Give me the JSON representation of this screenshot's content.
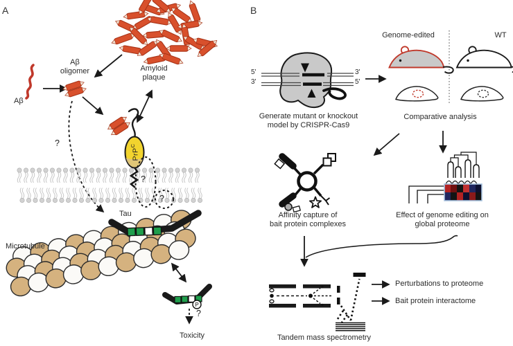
{
  "panel_a": {
    "label": "A",
    "abeta_label": "Aβ",
    "oligomer_label": "Aβ\noligomer",
    "plaque_label": "Amyloid\nplaque",
    "prpc_base": "PrP",
    "prpc_sup": "C",
    "q_oligomer_path": "?",
    "q_membrane_oval": "?",
    "q_membrane_circle": "?",
    "q_toxicity": "?",
    "tau_label": "Tau",
    "microtubule_label": "Microtubule",
    "phospho_label": "P",
    "toxicity_label": "Toxicity"
  },
  "panel_b": {
    "label": "B",
    "dna_labels": {
      "top_left": "5'",
      "bottom_left": "3'",
      "top_right": "3'",
      "bottom_right": "5'"
    },
    "genome_edited_label": "Genome-edited",
    "wt_label": "WT",
    "generate_caption": "Generate mutant or knockout\nmodel by CRISPR-Cas9",
    "comparative_caption": "Comparative analysis",
    "affinity_caption": "Affinity capture of\nbait protein complexes",
    "proteome_caption": "Effect of genome editing on\nglobal proteome",
    "perturbations_label": "Perturbations to proteome",
    "interactome_label": "Bait protein interactome",
    "tandem_caption": "Tandem mass spectrometry"
  },
  "colors": {
    "fibril": "#d8502c",
    "fibril_dark": "#a83418",
    "fibril_tip": "#f2e7d8",
    "abeta_red": "#c0392b",
    "prpc_yellow": "#f2d42e",
    "membrane_head": "#d2d2d2",
    "membrane_tail": "#c6c6c6",
    "tau_black": "#1a1a1a",
    "tau_green": "#1f9e4c",
    "microtubule_tan": "#d5b27f",
    "microtubule_white": "#fbfaf7",
    "microtubule_outline": "#2b2b2b",
    "mouse_gray": "#c9c9c9",
    "mouse_red": "#c0392b",
    "cas9_gray": "#c9c9c9",
    "heatmap_border": "#a9c4e0",
    "heatmap_row1": [
      "#b22222",
      "#701010",
      "#141414",
      "#c03030",
      "#20265e",
      "#0d1030"
    ],
    "heatmap_row2": [
      "#20265e",
      "#141414",
      "#b22222",
      "#0d1030",
      "#8a1a1a",
      "#141414"
    ]
  }
}
